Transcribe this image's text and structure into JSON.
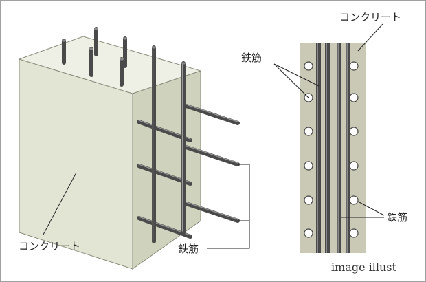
{
  "left_figure": {
    "concrete_label": "コンクリート",
    "rebar_label": "鉄筋"
  },
  "right_figure": {
    "concrete_label": "コンクリート",
    "rebar_label_top": "鉄筋",
    "rebar_label_bottom": "鉄筋"
  },
  "watermark": "image illust",
  "colors": {
    "concrete_front": "#e3e5d4",
    "concrete_top": "#eff0e5",
    "concrete_side": "#cfd2bc",
    "section_fill": "#c9c9b5",
    "rebar": "#4a4a4a",
    "rebar_highlight": "#9a9a9a",
    "leader": "#222222"
  }
}
